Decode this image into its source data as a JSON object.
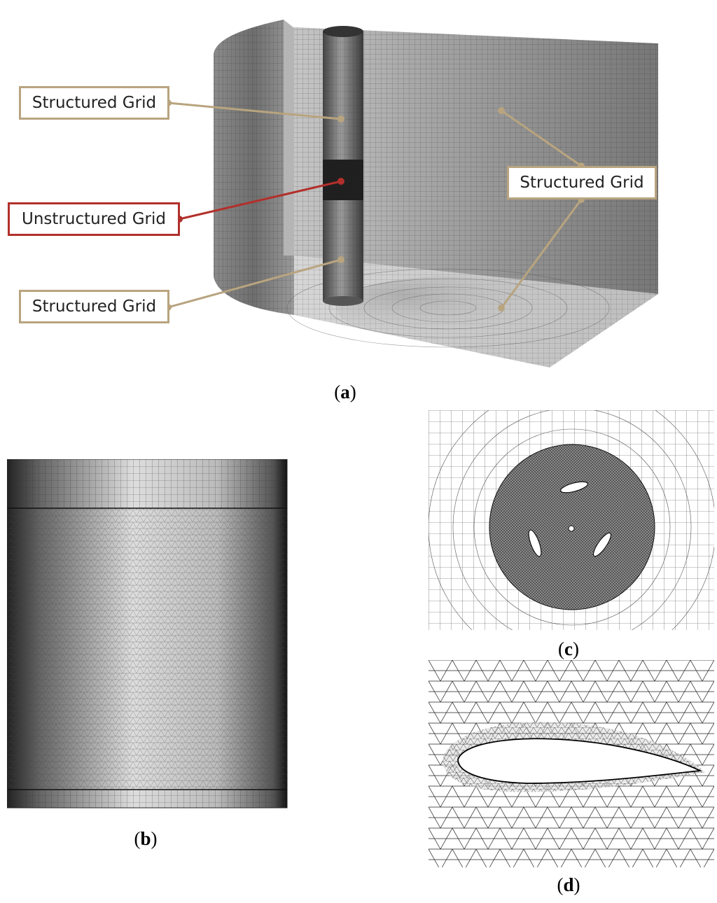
{
  "panel_a": {
    "labels": {
      "top_left": "Structured Grid",
      "middle_left": "Unstructured Grid",
      "bottom_left": "Structured Grid",
      "right": "Structured Grid"
    },
    "caption_letter": "a"
  },
  "panel_b": {
    "caption_letter": "b"
  },
  "panel_c": {
    "caption_letter": "c"
  },
  "panel_d": {
    "caption_letter": "d"
  },
  "colors": {
    "structured_connector": "#b8a47f",
    "unstructured_connector": "#b2302b",
    "mesh_line": "#1a1a1a"
  }
}
